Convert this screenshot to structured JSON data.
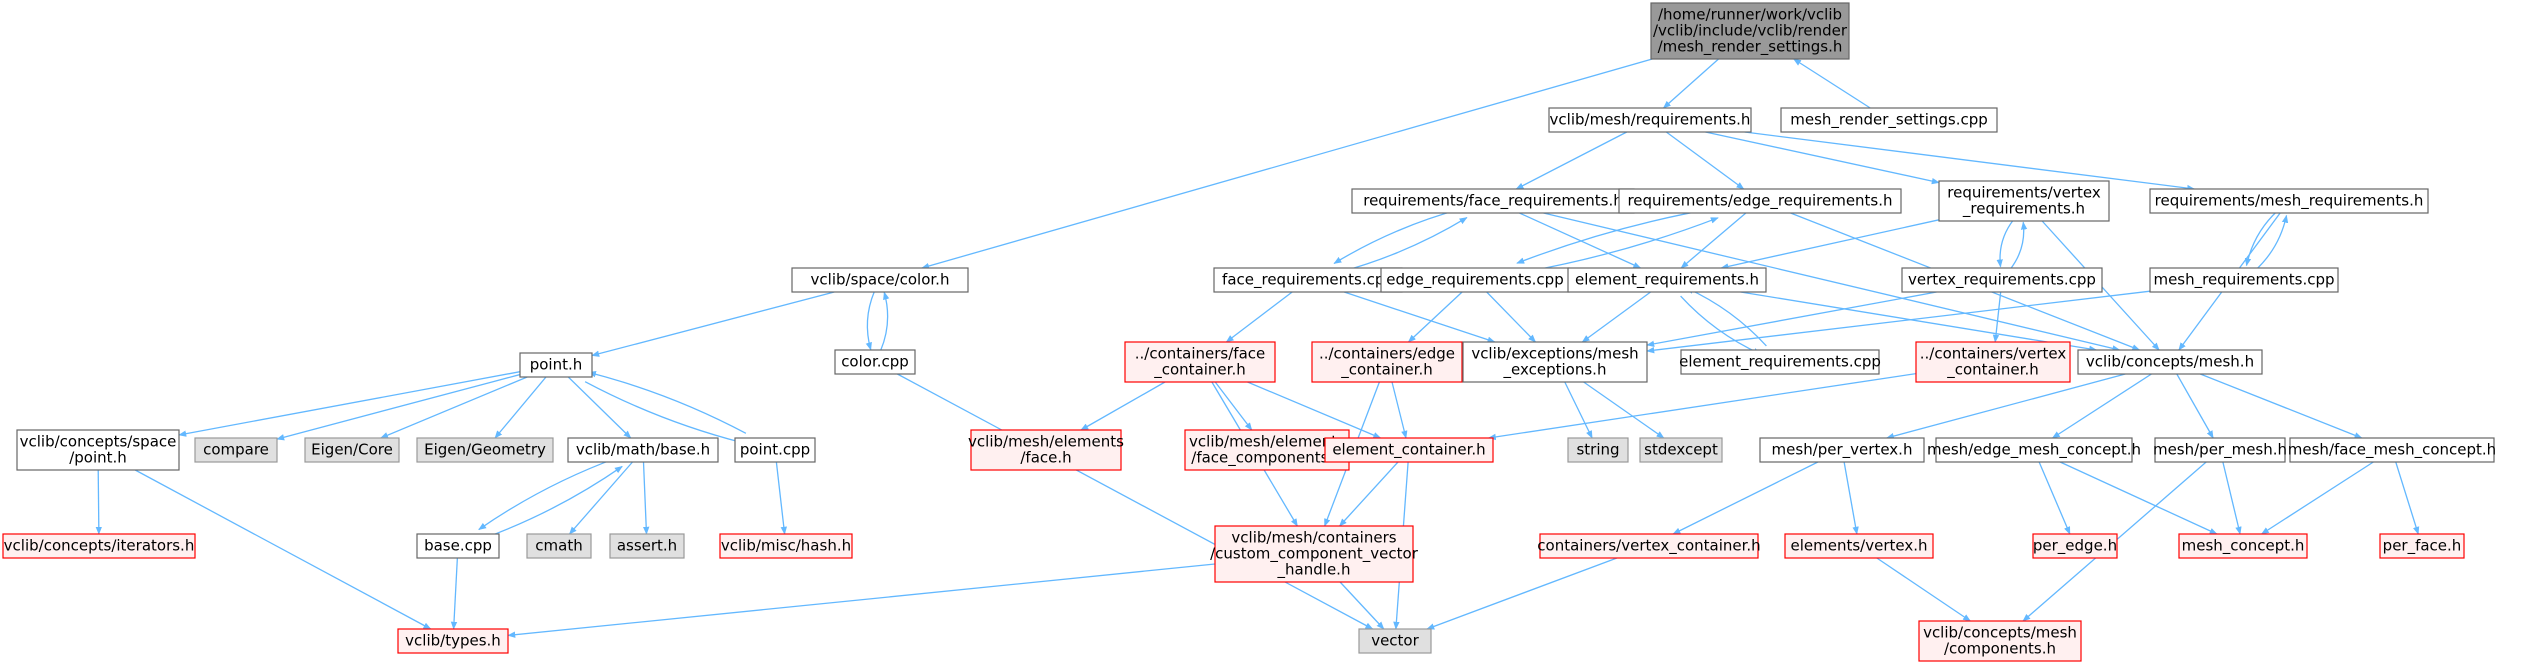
{
  "colors": {
    "edge": "#63b8ff",
    "root_fill": "#999999",
    "normal_fill": "#ffffff",
    "normal_stroke": "#666666",
    "missing_fill": "#fff0f0",
    "missing_stroke": "#ff0000",
    "system_fill": "#e0e0e0",
    "system_stroke": "#999999",
    "text": "#000000"
  },
  "nodes": [
    {
      "id": "root",
      "kind": "root",
      "lines": [
        "/home/runner/work/vclib",
        "/vclib/include/vclib/render",
        "/mesh_render_settings.h"
      ]
    },
    {
      "id": "mesh_render_settings_cpp",
      "kind": "normal",
      "lines": [
        "mesh_render_settings.cpp"
      ]
    },
    {
      "id": "requirements_h",
      "kind": "normal",
      "lines": [
        "vclib/mesh/requirements.h"
      ]
    },
    {
      "id": "face_requirements_h",
      "kind": "normal",
      "lines": [
        "requirements/face_requirements.h"
      ]
    },
    {
      "id": "edge_requirements_h",
      "kind": "normal",
      "lines": [
        "requirements/edge_requirements.h"
      ]
    },
    {
      "id": "vertex_requirements_h",
      "kind": "normal",
      "lines": [
        "requirements/vertex",
        "_requirements.h"
      ]
    },
    {
      "id": "mesh_requirements_h",
      "kind": "normal",
      "lines": [
        "requirements/mesh_requirements.h"
      ]
    },
    {
      "id": "color_h",
      "kind": "normal",
      "lines": [
        "vclib/space/color.h"
      ]
    },
    {
      "id": "face_requirements_cpp",
      "kind": "normal",
      "lines": [
        "face_requirements.cpp"
      ]
    },
    {
      "id": "edge_requirements_cpp",
      "kind": "normal",
      "lines": [
        "edge_requirements.cpp"
      ]
    },
    {
      "id": "element_requirements_h",
      "kind": "normal",
      "lines": [
        "element_requirements.h"
      ]
    },
    {
      "id": "vertex_requirements_cpp",
      "kind": "normal",
      "lines": [
        "vertex_requirements.cpp"
      ]
    },
    {
      "id": "mesh_requirements_cpp",
      "kind": "normal",
      "lines": [
        "mesh_requirements.cpp"
      ]
    },
    {
      "id": "color_cpp",
      "kind": "normal",
      "lines": [
        "color.cpp"
      ]
    },
    {
      "id": "point_h",
      "kind": "normal",
      "lines": [
        "point.h"
      ]
    },
    {
      "id": "face_container_h",
      "kind": "missing",
      "lines": [
        "../containers/face",
        "_container.h"
      ]
    },
    {
      "id": "edge_container_h",
      "kind": "missing",
      "lines": [
        "../containers/edge",
        "_container.h"
      ]
    },
    {
      "id": "mesh_exceptions_h",
      "kind": "normal",
      "lines": [
        "vclib/exceptions/mesh",
        "_exceptions.h"
      ]
    },
    {
      "id": "element_requirements_cpp",
      "kind": "normal",
      "lines": [
        "element_requirements.cpp"
      ]
    },
    {
      "id": "vertex_container_h",
      "kind": "missing",
      "lines": [
        "../containers/vertex",
        "_container.h"
      ]
    },
    {
      "id": "concepts_mesh_h",
      "kind": "normal",
      "lines": [
        "vclib/concepts/mesh.h"
      ]
    },
    {
      "id": "concepts_space_point_h",
      "kind": "normal",
      "lines": [
        "vclib/concepts/space",
        "/point.h"
      ]
    },
    {
      "id": "compare",
      "kind": "system",
      "lines": [
        "compare"
      ]
    },
    {
      "id": "eigen_core",
      "kind": "system",
      "lines": [
        "Eigen/Core"
      ]
    },
    {
      "id": "eigen_geometry",
      "kind": "system",
      "lines": [
        "Eigen/Geometry"
      ]
    },
    {
      "id": "math_base_h",
      "kind": "normal",
      "lines": [
        "vclib/math/base.h"
      ]
    },
    {
      "id": "point_cpp",
      "kind": "normal",
      "lines": [
        "point.cpp"
      ]
    },
    {
      "id": "elements_face_h",
      "kind": "missing",
      "lines": [
        "vclib/mesh/elements",
        "/face.h"
      ]
    },
    {
      "id": "elements_face_components_h",
      "kind": "missing",
      "lines": [
        "vclib/mesh/elements",
        "/face_components.h"
      ]
    },
    {
      "id": "element_container_h",
      "kind": "missing",
      "lines": [
        "element_container.h"
      ]
    },
    {
      "id": "string",
      "kind": "system",
      "lines": [
        "string"
      ]
    },
    {
      "id": "stdexcept",
      "kind": "system",
      "lines": [
        "stdexcept"
      ]
    },
    {
      "id": "mesh_per_vertex_h",
      "kind": "normal",
      "lines": [
        "mesh/per_vertex.h"
      ]
    },
    {
      "id": "mesh_edge_mesh_concept_h",
      "kind": "normal",
      "lines": [
        "mesh/edge_mesh_concept.h"
      ]
    },
    {
      "id": "mesh_per_mesh_h",
      "kind": "normal",
      "lines": [
        "mesh/per_mesh.h"
      ]
    },
    {
      "id": "mesh_face_mesh_concept_h",
      "kind": "normal",
      "lines": [
        "mesh/face_mesh_concept.h"
      ]
    },
    {
      "id": "concepts_iterators_h",
      "kind": "missing",
      "lines": [
        "vclib/concepts/iterators.h"
      ]
    },
    {
      "id": "base_cpp",
      "kind": "normal",
      "lines": [
        "base.cpp"
      ]
    },
    {
      "id": "cmath",
      "kind": "system",
      "lines": [
        "cmath"
      ]
    },
    {
      "id": "assert_h",
      "kind": "system",
      "lines": [
        "assert.h"
      ]
    },
    {
      "id": "misc_hash_h",
      "kind": "missing",
      "lines": [
        "vclib/misc/hash.h"
      ]
    },
    {
      "id": "custom_component_vector_handle_h",
      "kind": "missing",
      "lines": [
        "vclib/mesh/containers",
        "/custom_component_vector",
        "_handle.h"
      ]
    },
    {
      "id": "containers_vertex_container_h",
      "kind": "missing",
      "lines": [
        "containers/vertex_container.h"
      ]
    },
    {
      "id": "elements_vertex_h",
      "kind": "missing",
      "lines": [
        "elements/vertex.h"
      ]
    },
    {
      "id": "per_edge_h",
      "kind": "missing",
      "lines": [
        "per_edge.h"
      ]
    },
    {
      "id": "mesh_concept_h",
      "kind": "missing",
      "lines": [
        "mesh_concept.h"
      ]
    },
    {
      "id": "per_face_h",
      "kind": "missing",
      "lines": [
        "per_face.h"
      ]
    },
    {
      "id": "types_h",
      "kind": "missing",
      "lines": [
        "vclib/types.h"
      ]
    },
    {
      "id": "vector",
      "kind": "system",
      "lines": [
        "vector"
      ]
    },
    {
      "id": "concepts_mesh_components_h",
      "kind": "missing",
      "lines": [
        "vclib/concepts/mesh",
        "/components.h"
      ]
    }
  ],
  "edges": [
    [
      "root",
      "requirements_h"
    ],
    [
      "root",
      "color_h"
    ],
    [
      "mesh_render_settings_cpp",
      "root"
    ],
    [
      "requirements_h",
      "face_requirements_h"
    ],
    [
      "requirements_h",
      "edge_requirements_h"
    ],
    [
      "requirements_h",
      "vertex_requirements_h"
    ],
    [
      "requirements_h",
      "mesh_requirements_h"
    ],
    [
      "face_requirements_h",
      "face_requirements_cpp"
    ],
    [
      "face_requirements_h",
      "element_requirements_h"
    ],
    [
      "face_requirements_h",
      "concepts_mesh_h"
    ],
    [
      "face_requirements_cpp",
      "face_requirements_h"
    ],
    [
      "face_requirements_cpp",
      "face_container_h"
    ],
    [
      "face_requirements_cpp",
      "mesh_exceptions_h"
    ],
    [
      "edge_requirements_h",
      "edge_requirements_cpp"
    ],
    [
      "edge_requirements_h",
      "element_requirements_h"
    ],
    [
      "edge_requirements_h",
      "concepts_mesh_h"
    ],
    [
      "edge_requirements_cpp",
      "edge_requirements_h"
    ],
    [
      "edge_requirements_cpp",
      "edge_container_h"
    ],
    [
      "edge_requirements_cpp",
      "mesh_exceptions_h"
    ],
    [
      "vertex_requirements_h",
      "vertex_requirements_cpp"
    ],
    [
      "vertex_requirements_h",
      "element_requirements_h"
    ],
    [
      "vertex_requirements_h",
      "concepts_mesh_h"
    ],
    [
      "vertex_requirements_cpp",
      "vertex_requirements_h"
    ],
    [
      "vertex_requirements_cpp",
      "vertex_container_h"
    ],
    [
      "vertex_requirements_cpp",
      "mesh_exceptions_h"
    ],
    [
      "mesh_requirements_h",
      "mesh_requirements_cpp"
    ],
    [
      "mesh_requirements_h",
      "concepts_mesh_h"
    ],
    [
      "mesh_requirements_cpp",
      "mesh_requirements_h"
    ],
    [
      "mesh_requirements_cpp",
      "mesh_exceptions_h"
    ],
    [
      "element_requirements_h",
      "element_requirements_cpp"
    ],
    [
      "element_requirements_h",
      "mesh_exceptions_h"
    ],
    [
      "element_requirements_h",
      "concepts_mesh_h"
    ],
    [
      "element_requirements_cpp",
      "element_requirements_h"
    ],
    [
      "color_h",
      "color_cpp"
    ],
    [
      "color_h",
      "point_h"
    ],
    [
      "color_cpp",
      "color_h"
    ],
    [
      "color_cpp",
      "vector"
    ],
    [
      "point_h",
      "concepts_space_point_h"
    ],
    [
      "point_h",
      "compare"
    ],
    [
      "point_h",
      "eigen_core"
    ],
    [
      "point_h",
      "eigen_geometry"
    ],
    [
      "point_h",
      "math_base_h"
    ],
    [
      "point_h",
      "point_cpp"
    ],
    [
      "point_cpp",
      "point_h"
    ],
    [
      "point_cpp",
      "misc_hash_h"
    ],
    [
      "concepts_space_point_h",
      "concepts_iterators_h"
    ],
    [
      "concepts_space_point_h",
      "types_h"
    ],
    [
      "math_base_h",
      "base_cpp"
    ],
    [
      "math_base_h",
      "cmath"
    ],
    [
      "math_base_h",
      "assert_h"
    ],
    [
      "base_cpp",
      "math_base_h"
    ],
    [
      "base_cpp",
      "types_h"
    ],
    [
      "face_container_h",
      "elements_face_h"
    ],
    [
      "face_container_h",
      "elements_face_components_h"
    ],
    [
      "face_container_h",
      "element_container_h"
    ],
    [
      "face_container_h",
      "custom_component_vector_handle_h"
    ],
    [
      "edge_container_h",
      "element_container_h"
    ],
    [
      "edge_container_h",
      "custom_component_vector_handle_h"
    ],
    [
      "vertex_container_h",
      "element_container_h"
    ],
    [
      "element_container_h",
      "custom_component_vector_handle_h"
    ],
    [
      "element_container_h",
      "vector"
    ],
    [
      "custom_component_vector_handle_h",
      "types_h"
    ],
    [
      "custom_component_vector_handle_h",
      "vector"
    ],
    [
      "mesh_exceptions_h",
      "string"
    ],
    [
      "mesh_exceptions_h",
      "stdexcept"
    ],
    [
      "concepts_mesh_h",
      "mesh_per_vertex_h"
    ],
    [
      "concepts_mesh_h",
      "mesh_edge_mesh_concept_h"
    ],
    [
      "concepts_mesh_h",
      "mesh_per_mesh_h"
    ],
    [
      "concepts_mesh_h",
      "mesh_face_mesh_concept_h"
    ],
    [
      "mesh_per_vertex_h",
      "containers_vertex_container_h"
    ],
    [
      "mesh_per_vertex_h",
      "elements_vertex_h"
    ],
    [
      "containers_vertex_container_h",
      "vector"
    ],
    [
      "elements_vertex_h",
      "concepts_mesh_components_h"
    ],
    [
      "mesh_edge_mesh_concept_h",
      "per_edge_h"
    ],
    [
      "mesh_edge_mesh_concept_h",
      "mesh_concept_h"
    ],
    [
      "mesh_per_mesh_h",
      "mesh_concept_h"
    ],
    [
      "mesh_per_mesh_h",
      "concepts_mesh_components_h"
    ],
    [
      "mesh_face_mesh_concept_h",
      "mesh_concept_h"
    ],
    [
      "mesh_face_mesh_concept_h",
      "per_face_h"
    ]
  ]
}
